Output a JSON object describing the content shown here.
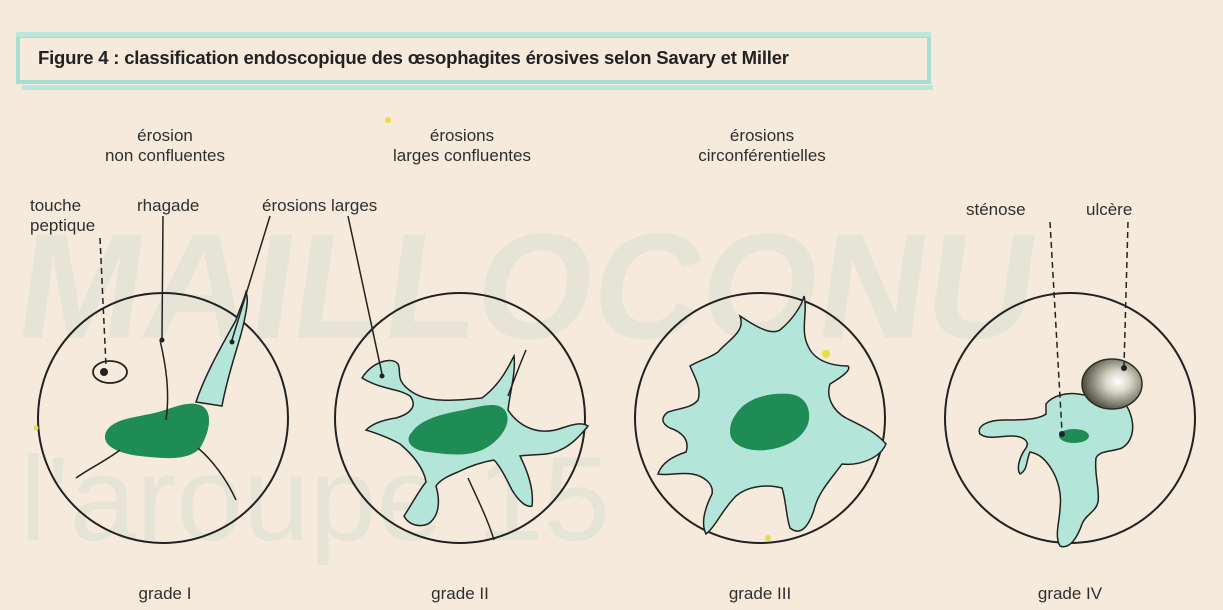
{
  "title": "Figure 4 : classification endoscopique des œsophagites érosives selon Savary et Miller",
  "headings": {
    "g1_line1": "érosion",
    "g1_line2": "non confluentes",
    "g2_line1": "érosions",
    "g2_line2": "larges confluentes",
    "g3_line1": "érosions",
    "g3_line2": "circonférentielles"
  },
  "annotations": {
    "touche_line1": "touche",
    "touche_line2": "peptique",
    "rhagade": "rhagade",
    "erosions_larges": "érosions larges",
    "stenose": "sténose",
    "ulcere": "ulcère"
  },
  "grades": {
    "g1": "grade I",
    "g2": "grade II",
    "g3": "grade III",
    "g4": "grade IV"
  },
  "colors": {
    "background": "#f6eadd",
    "title_border": "#a6ded2",
    "erosion_fill": "#b3e6d8",
    "center_fill": "#1f8c55",
    "outline": "#222222"
  }
}
